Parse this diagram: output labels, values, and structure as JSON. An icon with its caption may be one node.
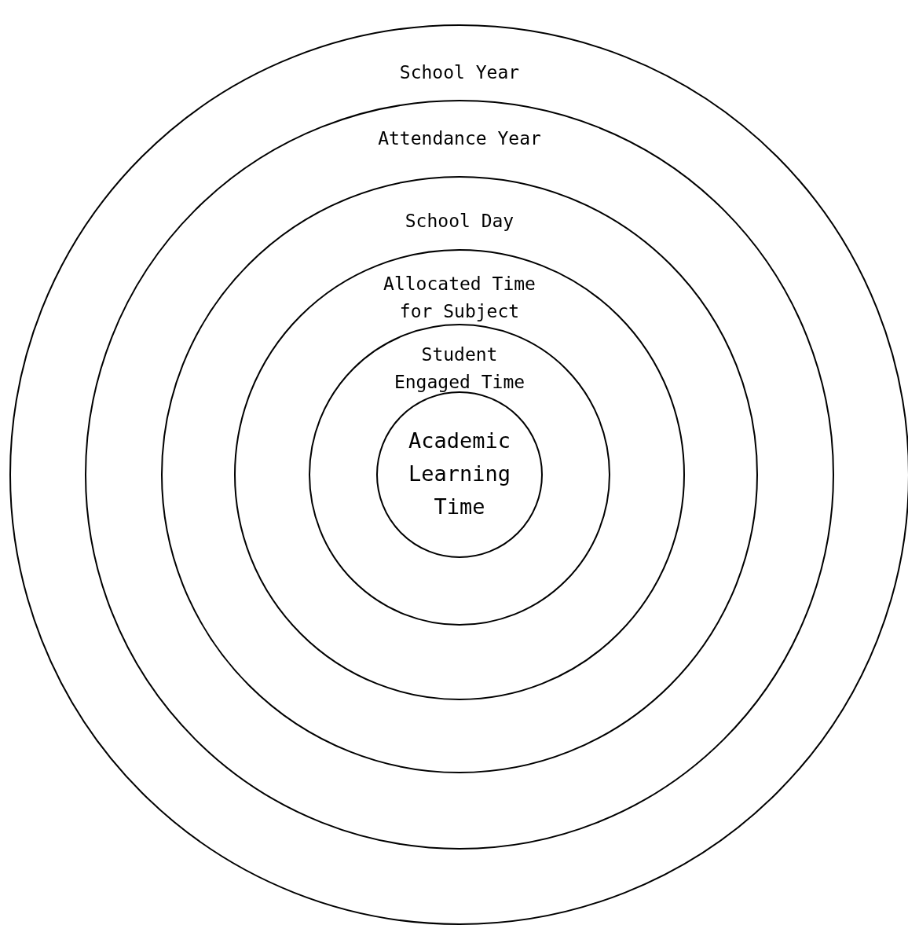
{
  "diagram": {
    "nodes": [
      {
        "text": [
          "School Year"
        ]
      },
      {
        "text": [
          "Attendance Year"
        ],
        "in": 0
      },
      {
        "text": [
          "School Day"
        ],
        "in": 1
      },
      {
        "text": [
          "Allocated Time for Subject"
        ],
        "in": 2
      },
      {
        "text": [
          "Student Engaged Time"
        ],
        "in": 3
      },
      {
        "text": [
          "Academic Learning Time"
        ],
        "in": 4
      }
    ]
  }
}
